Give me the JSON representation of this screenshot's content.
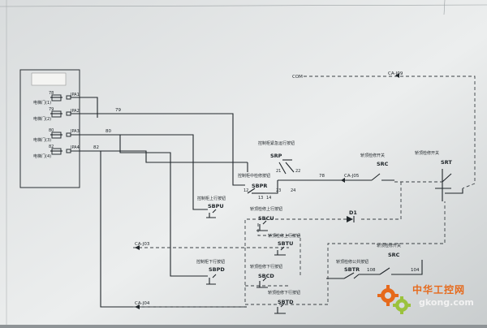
{
  "plc_labels": {
    "slot_1": "JPA1",
    "slot_2": "JPA2",
    "slot_3": "JPA3",
    "slot_4": "JPA4"
  },
  "plc_side_labels": [
    "电梯门(1)",
    "电梯门(2)",
    "电梯门(3)",
    "电梯门(4)"
  ],
  "plc_contact_codes": [
    "78",
    "79",
    "80",
    "82"
  ],
  "wire_labels": {
    "w79": "79",
    "w80": "80",
    "w82": "82",
    "w78": "78",
    "w108": "108",
    "w104": "104"
  },
  "terminals": {
    "com": "COM",
    "ca_j09": "CA-J09",
    "ca_j05": "CA-J05",
    "ca_j03": "CA-J03",
    "ca_j04": "CA-J04"
  },
  "devices": {
    "srp": {
      "code": "SRP",
      "desc": "控制柜紧急运行按钮"
    },
    "sbpr": {
      "code": "SBPR",
      "desc": "控制柜中检修按钮"
    },
    "sbpu": {
      "code": "SBPU",
      "desc": "控制柜上行按钮"
    },
    "sbpd": {
      "code": "SBPD",
      "desc": "控制柜下行按钮"
    },
    "src1": {
      "code": "SRC",
      "desc": "轿顶检修开关"
    },
    "srt": {
      "code": "SRT",
      "desc": "轿顶检修开关"
    },
    "sbcu": {
      "code": "SBCU",
      "desc": "轿顶检修上行按钮"
    },
    "sbtu": {
      "code": "SBTU",
      "desc": "轿顶检修上行按钮"
    },
    "sbcd": {
      "code": "SBCD",
      "desc": "轿顶检修下行按钮"
    },
    "sbtd": {
      "code": "SBTD",
      "desc": "轿顶检修下行按钮"
    },
    "sbtr": {
      "code": "SBTR",
      "desc": "轿顶检修公共按钮"
    },
    "src2": {
      "code": "SRC",
      "desc": "轿顶检修开关"
    },
    "d1": {
      "code": "D1"
    }
  },
  "contact_numbers": {
    "srp_n1": "21",
    "srp_n2": "22",
    "srp_n3": "23",
    "srp_n4": "24",
    "sbpr_n1": "12",
    "sbpr_n2": "13",
    "sbpr_n3": "14"
  },
  "watermark": {
    "brand": "中华工控网",
    "url": "gkong.com"
  },
  "colors": {
    "paper": "#e8ebeb",
    "ink": "#20262a",
    "watermark_orange": "#e66a1c",
    "watermark_green": "#9bc23c"
  }
}
